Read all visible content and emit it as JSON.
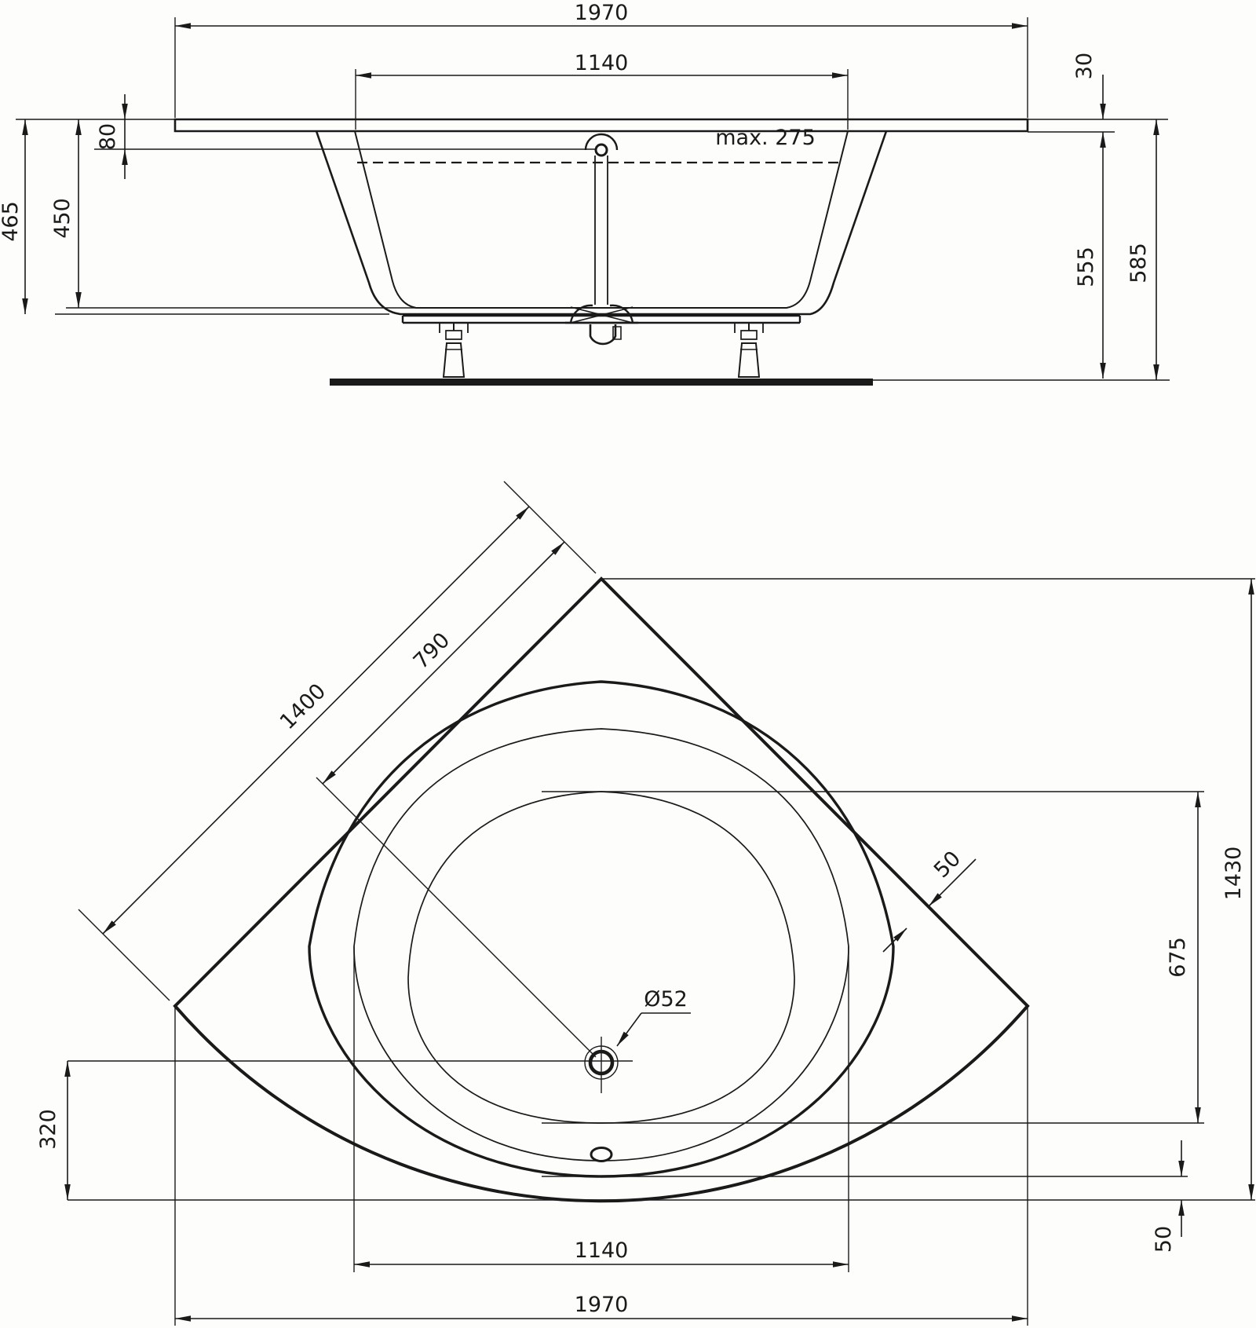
{
  "drawing_type": "bathtub technical dimension drawing",
  "side_view": {
    "overall_width": "1970",
    "basin_inner_width": "1140",
    "rim_thickness": "30",
    "rim_to_overflow": "80",
    "depth_outer": "465",
    "depth_inner": "450",
    "max_water_level": "max. 275",
    "underside_height": "555",
    "overall_height": "585"
  },
  "plan_view": {
    "corner_to_drain": "790",
    "side_length": "1400",
    "rim_width_side": "50",
    "floor_oval_length": "675",
    "overall_depth": "1430",
    "drain_diameter": "Ø52",
    "drain_to_front": "320",
    "rim_width_front": "50",
    "basin_inner_width": "1140",
    "overall_width": "1970"
  },
  "colors": {
    "line": "#1a1a1a",
    "background": "#fdfdfc"
  }
}
